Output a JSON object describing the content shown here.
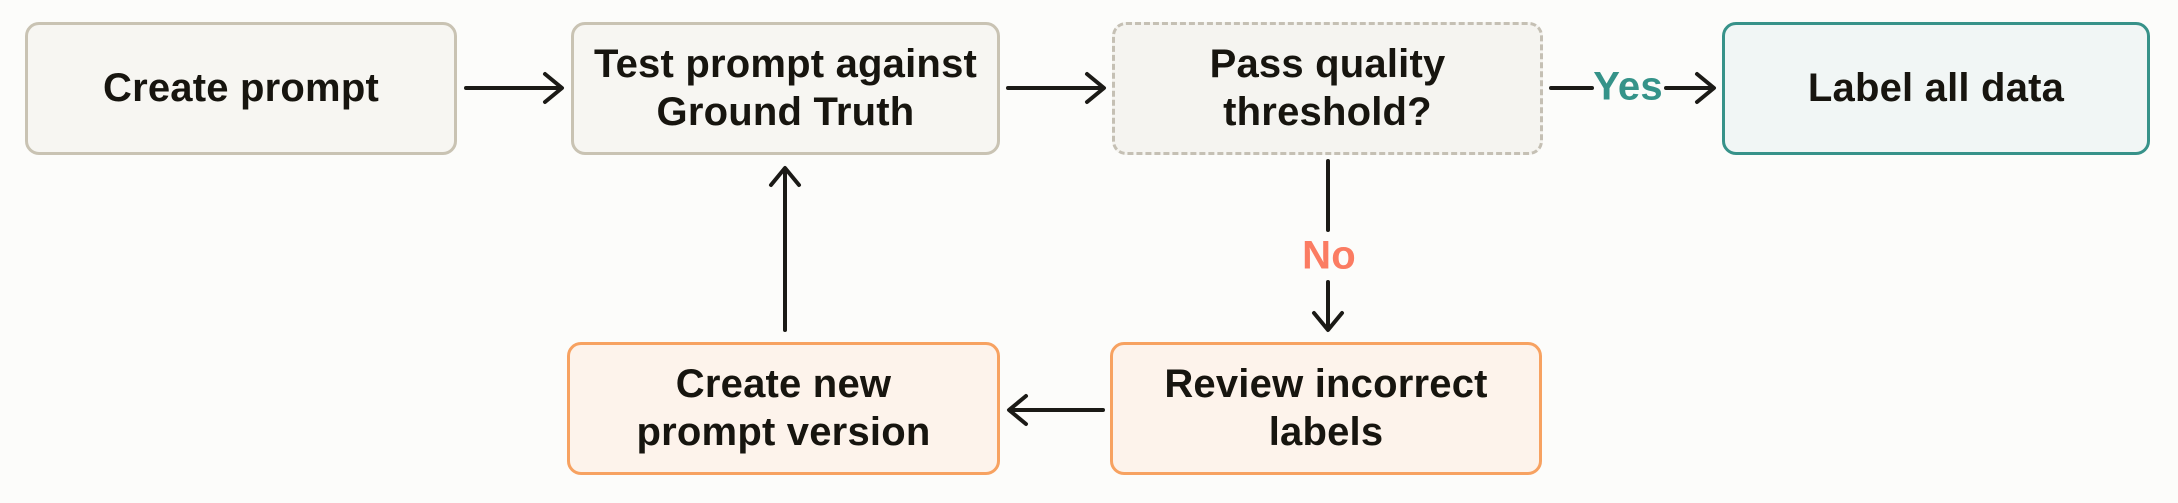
{
  "diagram": {
    "type": "flowchart",
    "nodes": [
      {
        "id": "create-prompt",
        "label": "Create prompt",
        "style": "neutral"
      },
      {
        "id": "test-prompt",
        "label": "Test prompt against\nGround Truth",
        "style": "neutral"
      },
      {
        "id": "pass-threshold",
        "label": "Pass quality\nthreshold?",
        "style": "decision"
      },
      {
        "id": "label-all-data",
        "label": "Label all data",
        "style": "success"
      },
      {
        "id": "review-incorrect",
        "label": "Review incorrect\nlabels",
        "style": "warning"
      },
      {
        "id": "create-new-version",
        "label": "Create new\nprompt version",
        "style": "warning"
      }
    ],
    "edges": [
      {
        "from": "create-prompt",
        "to": "test-prompt",
        "label": ""
      },
      {
        "from": "test-prompt",
        "to": "pass-threshold",
        "label": ""
      },
      {
        "from": "pass-threshold",
        "to": "label-all-data",
        "label": "Yes"
      },
      {
        "from": "pass-threshold",
        "to": "review-incorrect",
        "label": "No"
      },
      {
        "from": "review-incorrect",
        "to": "create-new-version",
        "label": ""
      },
      {
        "from": "create-new-version",
        "to": "test-prompt",
        "label": ""
      }
    ],
    "edge_labels": {
      "yes": "Yes",
      "no": "No"
    },
    "colors": {
      "background": "#fcfcfa",
      "text": "#17150f",
      "arrow": "#1b1a16",
      "neutral_border": "#c9c3b3",
      "neutral_bg": "#f7f6f2",
      "decision_border": "#c5c0b4",
      "decision_bg": "#f5f4f0",
      "success_border": "#379289",
      "success_bg": "#f1f6f5",
      "warning_border": "#f7a261",
      "warning_bg": "#fdf3eb",
      "yes_text": "#359389",
      "no_text": "#fb7c62"
    }
  }
}
